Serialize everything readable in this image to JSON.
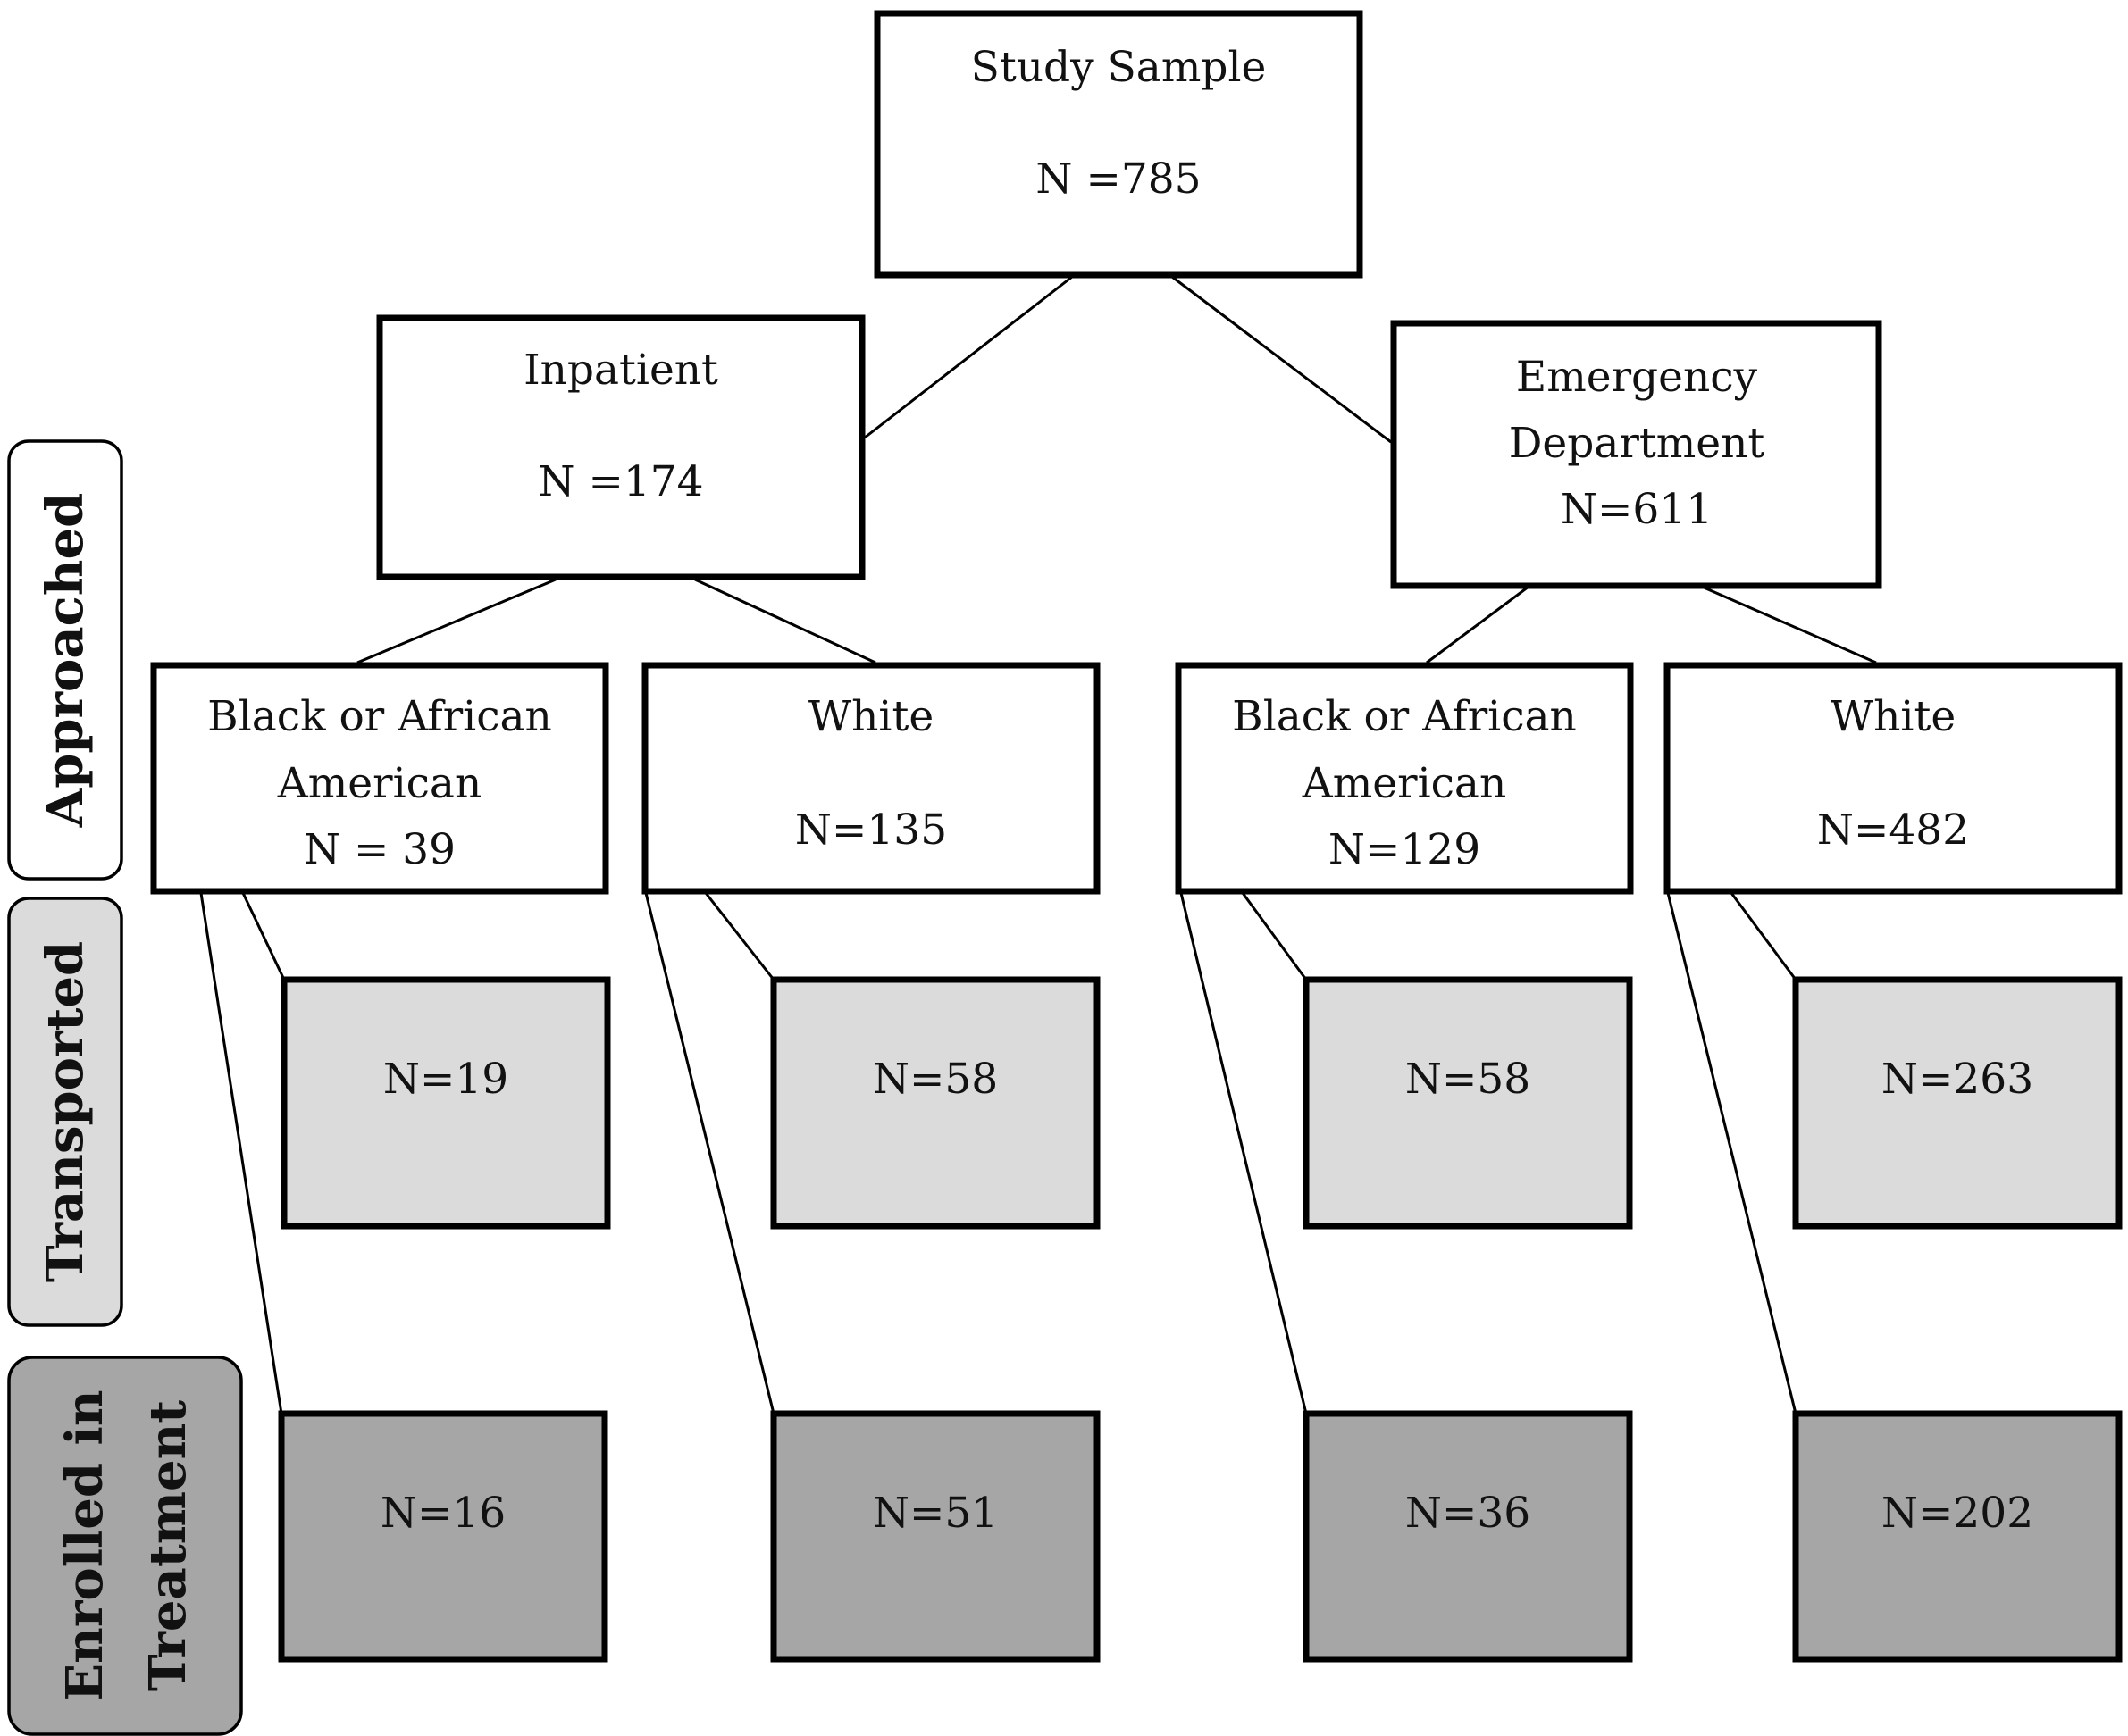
{
  "colors": {
    "approached_fill": "#ffffff",
    "transported_fill": "#dbdbdb",
    "enrolled_fill": "#a6a6a6",
    "stroke": "#000000",
    "text": "#111111"
  },
  "side_labels": {
    "approached": "Approached",
    "transported": "Transported",
    "enrolled_line1": "Enrolled in",
    "enrolled_line2": "Treatment"
  },
  "root": {
    "title": "Study Sample",
    "count": "N =785"
  },
  "inpatient": {
    "title": "Inpatient",
    "count": "N =174",
    "black": {
      "line1": "Black or African",
      "line2": "American",
      "count": "N = 39",
      "transported": "N=19",
      "enrolled": "N=16"
    },
    "white": {
      "title": "White",
      "count": "N=135",
      "transported": "N=58",
      "enrolled": "N=51"
    }
  },
  "emergency": {
    "line1": "Emergency",
    "line2": "Department",
    "count": "N=611",
    "black": {
      "line1": "Black or African",
      "line2": "American",
      "count": "N=129",
      "transported": "N=58",
      "enrolled": "N=36"
    },
    "white": {
      "title": "White",
      "count": "N=482",
      "transported": "N=263",
      "enrolled": "N=202"
    }
  }
}
